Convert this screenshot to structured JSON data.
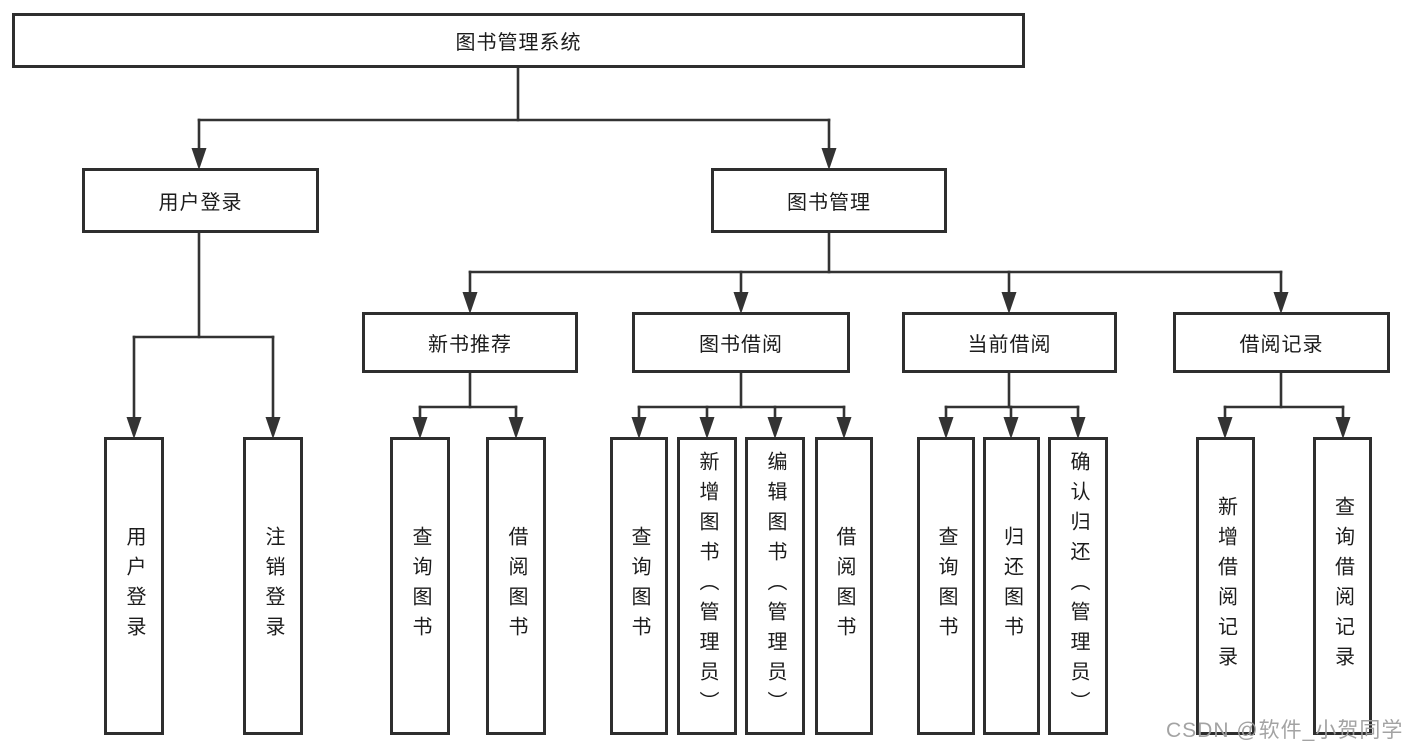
{
  "title": "图书管理系统",
  "branches": {
    "user": {
      "label": "用户登录",
      "children": [
        {
          "label": "用户登录"
        },
        {
          "label": "注销登录"
        }
      ]
    },
    "book": {
      "label": "图书管理",
      "groups": [
        {
          "label": "新书推荐",
          "children": [
            {
              "label": "查询图书"
            },
            {
              "label": "借阅图书"
            }
          ]
        },
        {
          "label": "图书借阅",
          "children": [
            {
              "label": "查询图书"
            },
            {
              "label": "新增图书（管理员）"
            },
            {
              "label": "编辑图书（管理员）"
            },
            {
              "label": "借阅图书"
            }
          ]
        },
        {
          "label": "当前借阅",
          "children": [
            {
              "label": "查询图书"
            },
            {
              "label": "归还图书"
            },
            {
              "label": "确认归还（管理员）"
            }
          ]
        },
        {
          "label": "借阅记录",
          "children": [
            {
              "label": "新增借阅记录"
            },
            {
              "label": "查询借阅记录"
            }
          ]
        }
      ]
    }
  },
  "watermark": "CSDN @软件_小贺同学",
  "colors": {
    "line": "#333333",
    "border": "#2e2e2e",
    "text": "#1c1c1c",
    "watermark": "#9e9e9e",
    "background": "#ffffff"
  }
}
